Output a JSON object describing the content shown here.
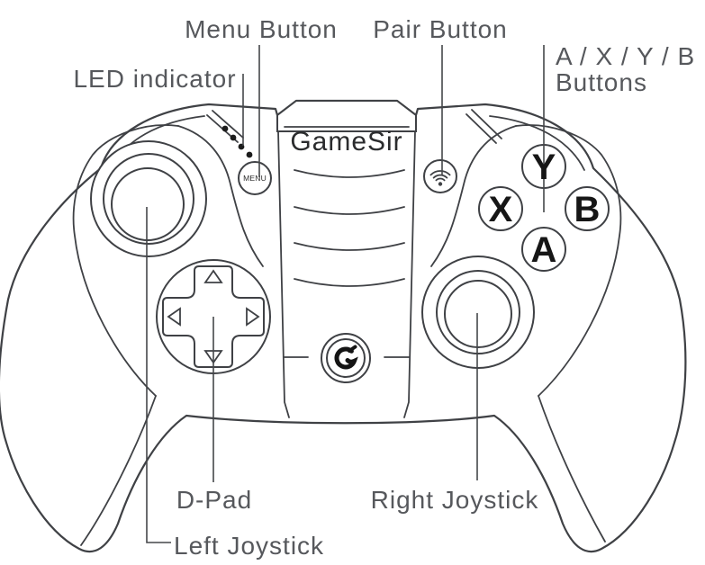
{
  "diagram": {
    "brand": "GameSir",
    "labels": {
      "menu_button": "Menu Button",
      "pair_button": "Pair Button",
      "led_indicator": "LED indicator",
      "abxy_line1": "A / X / Y / B",
      "abxy_line2": "Buttons",
      "dpad": "D-Pad",
      "right_joystick": "Right Joystick",
      "left_joystick": "Left Joystick"
    },
    "buttons": {
      "menu": "MENU",
      "y": "Y",
      "x": "X",
      "b": "B",
      "a": "A"
    },
    "colors": {
      "line": "#3f4145",
      "label_text": "#56585c",
      "button_text": "#161616",
      "background": "#ffffff"
    }
  }
}
